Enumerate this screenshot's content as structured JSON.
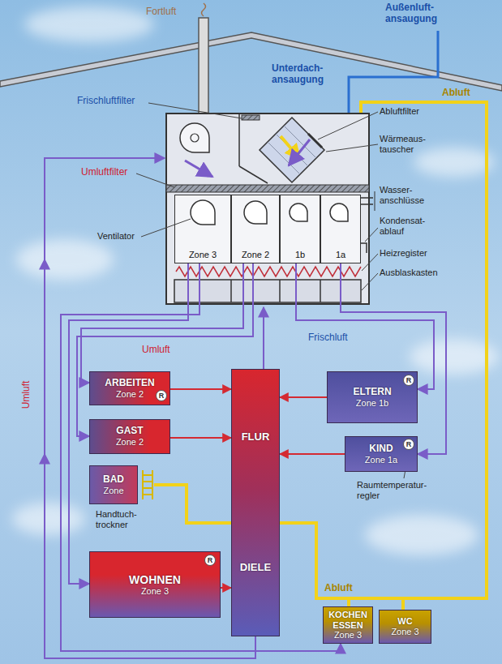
{
  "diagram": {
    "nodes": [
      {
        "text": [
          "Zone 3"
        ]
      },
      {
        "text": [
          "Zone 2"
        ]
      },
      {
        "text": [
          "1b"
        ]
      },
      {
        "text": [
          "1a"
        ]
      },
      {
        "text": [
          "ARBEITEN",
          "Zone 2"
        ]
      },
      {
        "text": [
          "GAST",
          "Zone 2"
        ]
      },
      {
        "text": [
          "BAD",
          "Zone"
        ]
      },
      {
        "text": [
          "WOHNEN",
          "Zone 3"
        ]
      },
      {
        "text": [
          "FLUR",
          "DIELE"
        ]
      },
      {
        "text": [
          "ELTERN",
          "Zone 1b"
        ]
      },
      {
        "text": [
          "KIND",
          "Zone 1a"
        ]
      },
      {
        "text": [
          "KOCHEN ESSEN",
          "Zone 3"
        ]
      },
      {
        "text": [
          "WC",
          "Zone 3"
        ]
      }
    ],
    "edges": [
      {
        "from": 0,
        "to": 7,
        "arrow": "to"
      },
      {
        "from": 0,
        "to": 11,
        "arrow": "to"
      },
      {
        "from": 1,
        "to": 4,
        "arrow": "to"
      },
      {
        "from": 1,
        "to": 5,
        "arrow": "to"
      },
      {
        "from": 2,
        "to": 9,
        "arrow": "to"
      },
      {
        "from": 3,
        "to": 10,
        "arrow": "to"
      },
      {
        "from": 4,
        "to": 8,
        "arrow": "to"
      },
      {
        "from": 5,
        "to": 8,
        "arrow": "to"
      },
      {
        "from": 7,
        "to": 8,
        "arrow": "to"
      },
      {
        "from": 9,
        "to": 8,
        "arrow": "to"
      },
      {
        "from": 10,
        "to": 8,
        "arrow": "to"
      }
    ],
    "labels": [
      "Fortluft",
      "Außenluft- ansaugung",
      "Unterdach- ansaugung",
      "Frischluftfilter",
      "Abluft",
      "Abluftfilter",
      "Wärmeaus- tauscher",
      "Umluftfilter",
      "Wasser- anschlüsse",
      "Ventilator",
      "Kondensat- ablauf",
      "Heizregister",
      "Ausblaskasten",
      "Umluft",
      "Frischluft",
      "Umluft",
      "R",
      "R",
      "R",
      "R",
      "Handtuch- trockner",
      "Raumtemperatur- regler",
      "Abluft"
    ]
  }
}
